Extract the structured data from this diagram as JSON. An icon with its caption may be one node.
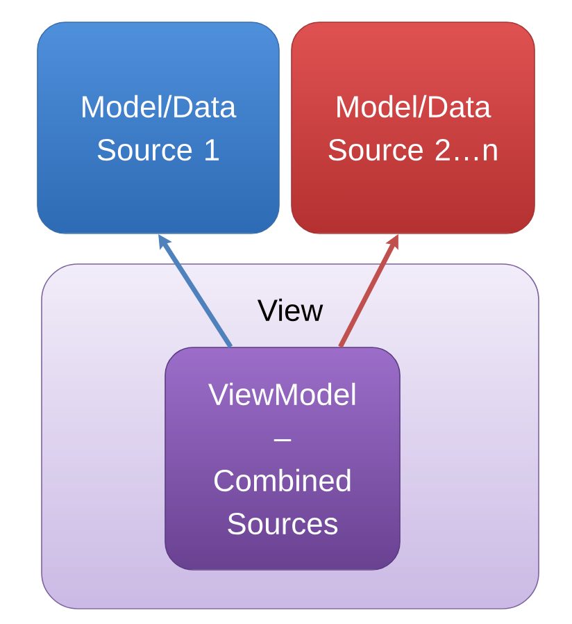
{
  "diagram": {
    "nodes": [
      {
        "text": [
          "Model/Data Source 1"
        ]
      },
      {
        "text": [
          "Model/Data Source 2…n"
        ]
      },
      {
        "text": [
          "View"
        ]
      },
      {
        "text": [
          "ViewModel – Combined Sources"
        ],
        "in": 2
      }
    ],
    "edges": [
      {
        "from": 3,
        "to": 0,
        "arrow": "to",
        "color": "#4f81bd"
      },
      {
        "from": 3,
        "to": 1,
        "arrow": "to",
        "color": "#c0504d"
      }
    ]
  }
}
